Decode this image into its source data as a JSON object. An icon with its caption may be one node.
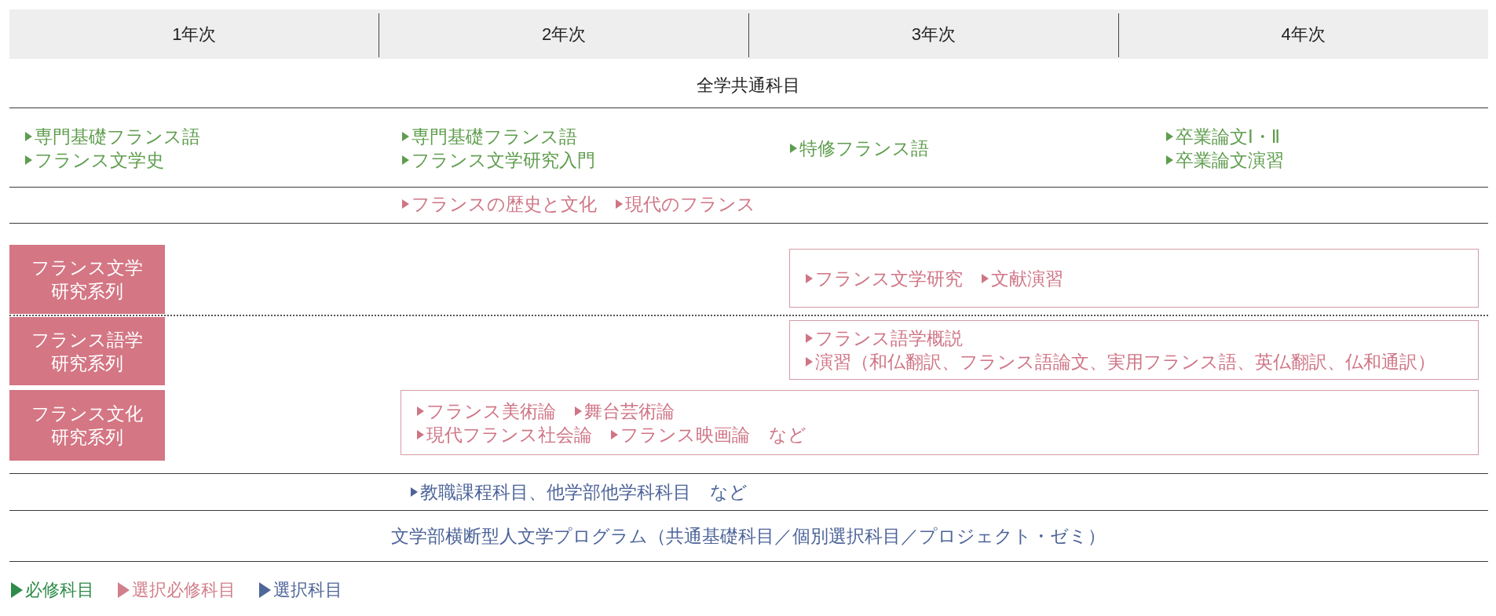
{
  "diagram": {
    "nodes": [
      {
        "text": [
          "1年次"
        ]
      },
      {
        "text": [
          "2年次"
        ]
      },
      {
        "text": [
          "3年次"
        ]
      },
      {
        "text": [
          "4年次"
        ]
      },
      {
        "text": [
          "フランス文学研究系列"
        ]
      },
      {
        "text": [
          "フランス文学研究",
          "文献演習"
        ]
      },
      {
        "text": [
          "フランス語学研究系列"
        ]
      },
      {
        "text": [
          "フランス語学概説",
          "演習（和仏翻訳、フランス語論文、実用フランス語、英仏翻訳、仏和通訳）"
        ]
      },
      {
        "text": [
          "フランス文化研究系列"
        ]
      },
      {
        "text": [
          "フランス美術論",
          "舞台芸術論",
          "現代フランス社会論",
          "フランス映画論",
          "など"
        ]
      }
    ],
    "labels": [
      "全学共通科目",
      "専門基礎フランス語",
      "フランス文学史",
      "専門基礎フランス語",
      "フランス文学研究入門",
      "特修フランス語",
      "卒業論文Ⅰ・Ⅱ",
      "卒業論文演習",
      "フランスの歴史と文化",
      "現代のフランス",
      "教職課程科目、他学部他学科科目",
      "など",
      "文学部横断型人文学プログラム（共通基礎科目／個別選択科目／プロジェクト・ゼミ）"
    ],
    "legend": [
      {
        "text": "必修科目",
        "color": "#2e8b4a"
      },
      {
        "text": "選択必修科目",
        "color": "#d07f8b"
      },
      {
        "text": "選択科目",
        "color": "#4f6698"
      }
    ]
  }
}
